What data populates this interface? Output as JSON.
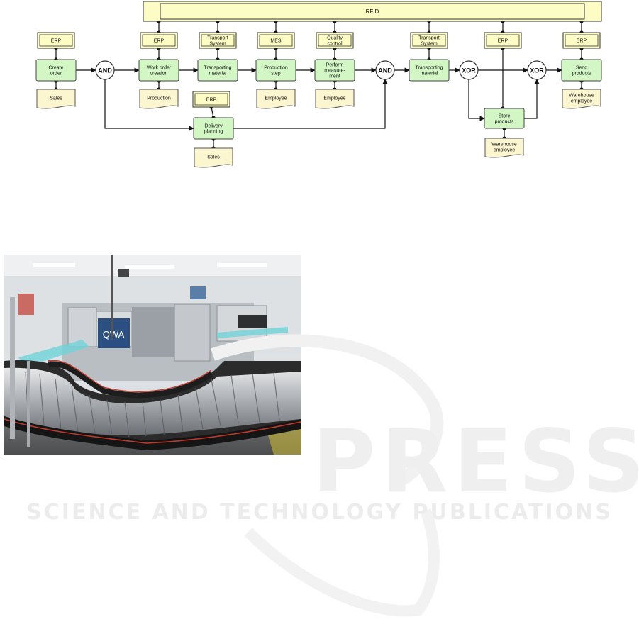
{
  "diagram": {
    "bus": {
      "label": "RFID"
    },
    "systems": [
      {
        "id": "s1",
        "label": "ERP"
      },
      {
        "id": "s2",
        "label": "ERP"
      },
      {
        "id": "s3",
        "label": "Transport|System"
      },
      {
        "id": "s4",
        "label": "MES"
      },
      {
        "id": "s5",
        "label": "Quality|control"
      },
      {
        "id": "s6",
        "label": "Transport|System"
      },
      {
        "id": "s7",
        "label": "ERP"
      },
      {
        "id": "s8",
        "label": "ERP"
      },
      {
        "id": "s9",
        "label": "ERP"
      }
    ],
    "functions": [
      {
        "id": "f1",
        "label": "Create|order"
      },
      {
        "id": "f2",
        "label": "Work order|creation"
      },
      {
        "id": "f3",
        "label": "Transporting|material"
      },
      {
        "id": "f4",
        "label": "Production|step"
      },
      {
        "id": "f5",
        "label": "Perform|measure-|ment"
      },
      {
        "id": "f6",
        "label": "Transporting|material"
      },
      {
        "id": "f7",
        "label": "Send|products"
      },
      {
        "id": "f8",
        "label": "Delivery|planning"
      },
      {
        "id": "f9",
        "label": "Store|products"
      }
    ],
    "roles": [
      {
        "id": "r1",
        "label": "Sales"
      },
      {
        "id": "r2",
        "label": "Production"
      },
      {
        "id": "r3",
        "label": "Employee"
      },
      {
        "id": "r4",
        "label": "Employee"
      },
      {
        "id": "r5",
        "label": "Warehouse|employee"
      },
      {
        "id": "r6",
        "label": "Sales"
      },
      {
        "id": "r7",
        "label": "Warehouse|employee"
      }
    ],
    "gateways": [
      {
        "id": "g1",
        "label": "AND"
      },
      {
        "id": "g2",
        "label": "AND"
      },
      {
        "id": "g3",
        "label": "XOR"
      },
      {
        "id": "g4",
        "label": "XOR"
      }
    ]
  },
  "photo": {
    "sign_text": "QWA"
  },
  "watermark": {
    "large": "PRESS",
    "small": "SCIENCE AND TECHNOLOGY PUBLICATIONS"
  },
  "colors": {
    "system_fill": "#fcfcc4",
    "function_fill": "#d2f7c5",
    "role_fill": "#fcf6d0",
    "line": "#111111",
    "watermark": "#eeeeee"
  }
}
